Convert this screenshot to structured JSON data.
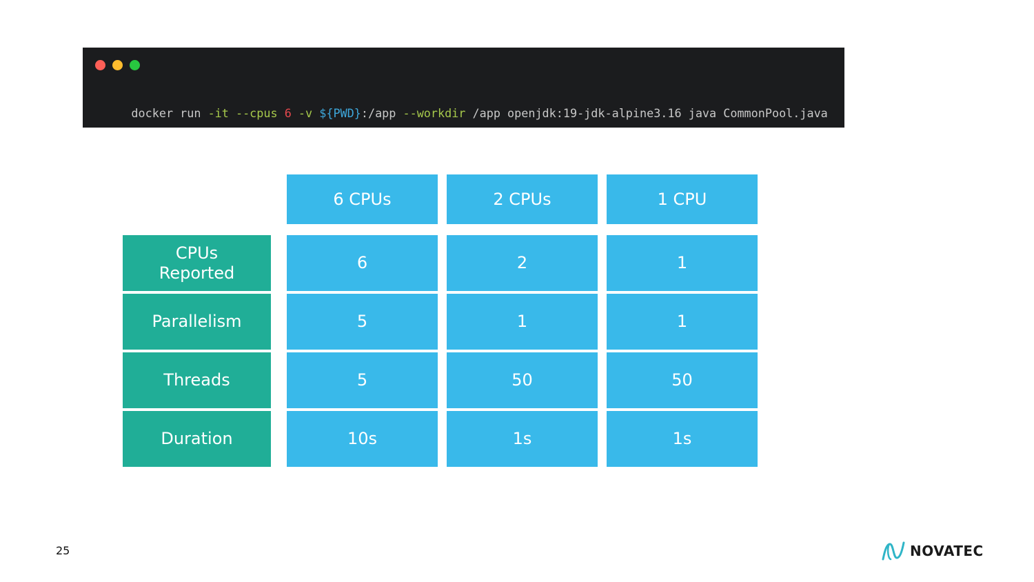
{
  "terminal": {
    "tokens": [
      {
        "text": "docker run ",
        "kind": "plain"
      },
      {
        "text": "-it --cpus ",
        "kind": "flag"
      },
      {
        "text": "6",
        "kind": "num"
      },
      {
        "text": " -v ",
        "kind": "flag"
      },
      {
        "text": "${PWD}",
        "kind": "var"
      },
      {
        "text": ":/app ",
        "kind": "plain"
      },
      {
        "text": "--workdir",
        "kind": "flag"
      },
      {
        "text": " /app openjdk:19-jdk-alpine3.16 java CommonPool.java",
        "kind": "plain"
      }
    ],
    "dot_colors": [
      "#fe5f57",
      "#febc2e",
      "#28c840"
    ]
  },
  "table": {
    "columns": [
      "6 CPUs",
      "2 CPUs",
      "1 CPU"
    ],
    "rows": [
      {
        "label": "CPUs\nReported",
        "values": [
          "6",
          "2",
          "1"
        ]
      },
      {
        "label": "Parallelism",
        "values": [
          "5",
          "1",
          "1"
        ]
      },
      {
        "label": "Threads",
        "values": [
          "5",
          "50",
          "50"
        ]
      },
      {
        "label": "Duration",
        "values": [
          "10s",
          "1s",
          "1s"
        ]
      }
    ]
  },
  "colors": {
    "header_blue": "#39b9ea",
    "row_label_green": "#20ae97",
    "terminal_bg": "#1b1c1e"
  },
  "footer": {
    "page_number": "25",
    "brand": "NOVATEC"
  }
}
